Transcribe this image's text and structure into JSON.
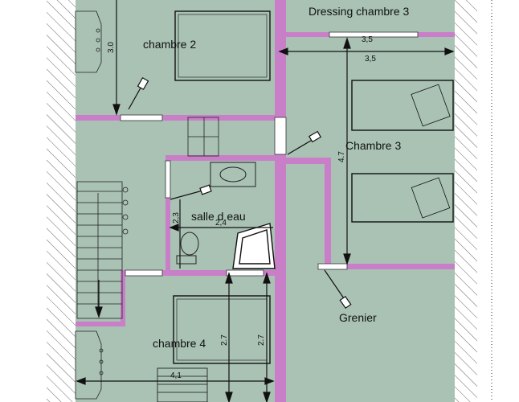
{
  "plan": {
    "colors": {
      "floor": "#a9c2b4",
      "wall": "#c97ec8",
      "hatch": "#555555",
      "line": "#222222"
    },
    "rooms": {
      "chambre2": "chambre 2",
      "dressing3": "Dressing chambre 3",
      "chambre3": "Chambre 3",
      "salle_eau": "salle d eau",
      "grenier": "Grenier",
      "chambre4": "chambre 4"
    },
    "dimensions": {
      "ch2_height": "3.0",
      "ch3_width_top": "3,5",
      "ch3_width": "3,5",
      "ch3_height": "4.7",
      "sde_height": "2,3",
      "sde_width": "2,4",
      "ch4_width": "4,1",
      "ch4_height_a": "2.7",
      "ch4_height_b": "2.7"
    }
  }
}
